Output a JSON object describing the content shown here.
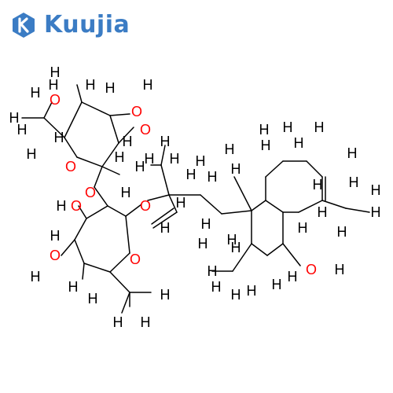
{
  "brand": {
    "name": "Kuujia",
    "color": "#3b7cc4"
  },
  "colors": {
    "bond": "#000000",
    "carbon_hydrogen": "#000000",
    "oxygen": "#ff0000"
  },
  "atoms": {
    "H": "H",
    "O": "O"
  }
}
